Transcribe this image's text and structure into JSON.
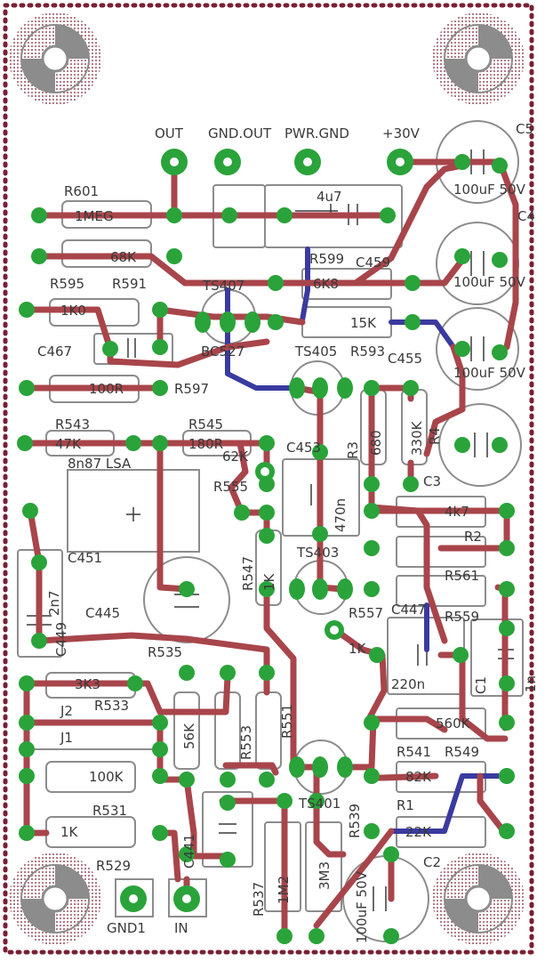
{
  "colors": {
    "background": "#ffffff",
    "outline": "#7a1f33",
    "trace_top": "#a8454b",
    "trace_bottom": "#3a3aa0",
    "pad": "#2aa33a",
    "silk": "#8c8c8c",
    "text": "#3a3a3a",
    "hole": "#ffffff"
  },
  "labels": [
    {
      "id": "out",
      "text": "OUT"
    },
    {
      "id": "gndout",
      "text": "GND.OUT"
    },
    {
      "id": "pwrgnd",
      "text": "PWR.GND"
    },
    {
      "id": "v30",
      "text": "+30V"
    },
    {
      "id": "c5",
      "text": "C5"
    },
    {
      "id": "c4",
      "text": "C4"
    },
    {
      "id": "r601",
      "text": "R601"
    },
    {
      "id": "r601v",
      "text": "1MEG"
    },
    {
      "id": "c4u7",
      "text": "4u7"
    },
    {
      "id": "r68k",
      "text": "68K"
    },
    {
      "id": "r599",
      "text": "R599"
    },
    {
      "id": "c459",
      "text": "C459"
    },
    {
      "id": "c5v",
      "text": "100uF 50V"
    },
    {
      "id": "c4v",
      "text": "100uF 50V"
    },
    {
      "id": "r595",
      "text": "R595"
    },
    {
      "id": "r591",
      "text": "R591"
    },
    {
      "id": "ts407",
      "text": "TS407"
    },
    {
      "id": "r6k8",
      "text": "6K8"
    },
    {
      "id": "r1k0",
      "text": "1K0"
    },
    {
      "id": "r15k",
      "text": "15K"
    },
    {
      "id": "c467",
      "text": "C467"
    },
    {
      "id": "bd527",
      "text": "BC527"
    },
    {
      "id": "ts405",
      "text": "TS405"
    },
    {
      "id": "r593",
      "text": "R593"
    },
    {
      "id": "c455",
      "text": "C455"
    },
    {
      "id": "c3v",
      "text": "100uF 50V"
    },
    {
      "id": "r100r",
      "text": "100R"
    },
    {
      "id": "r597",
      "text": "R597"
    },
    {
      "id": "r543",
      "text": "R543"
    },
    {
      "id": "r545",
      "text": "R545"
    },
    {
      "id": "r47k",
      "text": "47K"
    },
    {
      "id": "r180r",
      "text": "180R"
    },
    {
      "id": "r3",
      "text": "R3"
    },
    {
      "id": "r680",
      "text": "680"
    },
    {
      "id": "r330k",
      "text": "330K"
    },
    {
      "id": "r4",
      "text": "R4"
    },
    {
      "id": "c8n87",
      "text": "8n87 LSA"
    },
    {
      "id": "r62k",
      "text": "62K"
    },
    {
      "id": "c453",
      "text": "C453"
    },
    {
      "id": "r555",
      "text": "R555"
    },
    {
      "id": "c470n",
      "text": "470n"
    },
    {
      "id": "c3",
      "text": "C3"
    },
    {
      "id": "r4k7",
      "text": "4k7"
    },
    {
      "id": "c451",
      "text": "C451"
    },
    {
      "id": "ts403",
      "text": "TS403"
    },
    {
      "id": "r2",
      "text": "R2"
    },
    {
      "id": "r547",
      "text": "R547"
    },
    {
      "id": "r1k",
      "text": "1K"
    },
    {
      "id": "r561",
      "text": "R561"
    },
    {
      "id": "c2n7",
      "text": "2n7"
    },
    {
      "id": "c445",
      "text": "C445"
    },
    {
      "id": "r557",
      "text": "R557"
    },
    {
      "id": "c447",
      "text": "C447"
    },
    {
      "id": "r559",
      "text": "R559"
    },
    {
      "id": "c449",
      "text": "C449"
    },
    {
      "id": "r1k2",
      "text": "1K"
    },
    {
      "id": "r535",
      "text": "R535"
    },
    {
      "id": "c220n",
      "text": "220n"
    },
    {
      "id": "c1",
      "text": "C1"
    },
    {
      "id": "c1v",
      "text": "1n"
    },
    {
      "id": "r3k3",
      "text": "3K3"
    },
    {
      "id": "r533",
      "text": "R533"
    },
    {
      "id": "r56k",
      "text": "56K"
    },
    {
      "id": "r553",
      "text": "R553"
    },
    {
      "id": "r551",
      "text": "R551"
    },
    {
      "id": "r560k",
      "text": "560K"
    },
    {
      "id": "j2",
      "text": "J2"
    },
    {
      "id": "j1",
      "text": "J1"
    },
    {
      "id": "r100k",
      "text": "100K"
    },
    {
      "id": "ts401",
      "text": "TS401"
    },
    {
      "id": "r541",
      "text": "R541"
    },
    {
      "id": "r549",
      "text": "R549"
    },
    {
      "id": "r82k",
      "text": "82K"
    },
    {
      "id": "r531",
      "text": "R531"
    },
    {
      "id": "r539",
      "text": "R539"
    },
    {
      "id": "r1",
      "text": "R1"
    },
    {
      "id": "r22k",
      "text": "22K"
    },
    {
      "id": "r1k3",
      "text": "1K"
    },
    {
      "id": "c441",
      "text": "C441"
    },
    {
      "id": "r529",
      "text": "R529"
    },
    {
      "id": "c2",
      "text": "C2"
    },
    {
      "id": "r537",
      "text": "R537"
    },
    {
      "id": "r1m2",
      "text": "1M2"
    },
    {
      "id": "r3m3",
      "text": "3M3"
    },
    {
      "id": "c2v",
      "text": "100uF 50V"
    },
    {
      "id": "gnd1",
      "text": "GND1"
    },
    {
      "id": "in",
      "text": "IN"
    }
  ]
}
